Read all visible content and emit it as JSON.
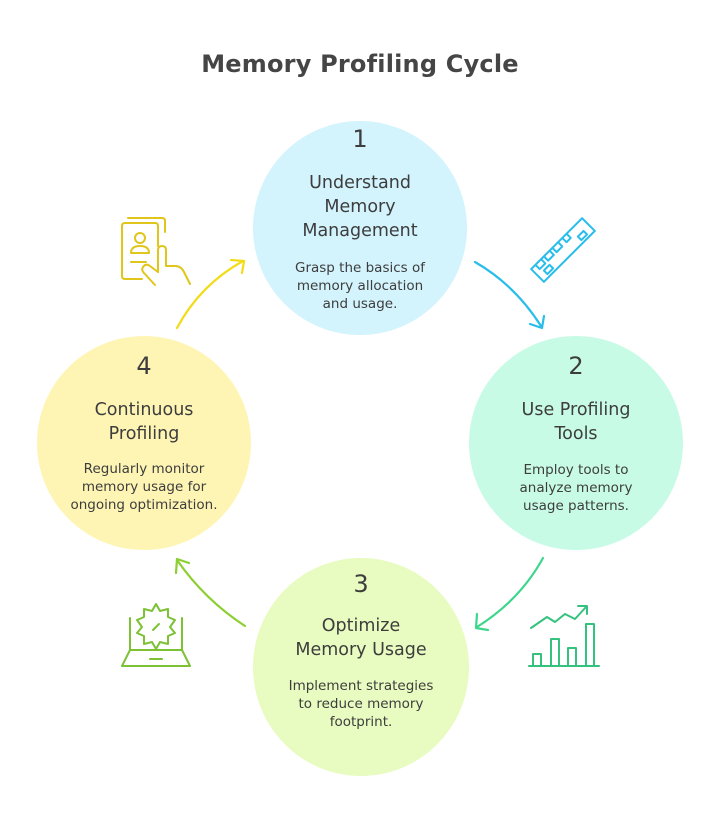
{
  "title": "Memory Profiling Cycle",
  "colors": {
    "step1_fill": "#d3f3fd",
    "step2_fill": "#c8fbe5",
    "step3_fill": "#e8fbc0",
    "step4_fill": "#fef5b5",
    "arrow_1_to_2": "#29bdea",
    "arrow_2_to_3": "#3dd68c",
    "arrow_3_to_4": "#8ccf32",
    "arrow_4_to_1": "#f2dc1a",
    "icon_memory_chip": "#29bdea",
    "icon_chart": "#34c27e",
    "icon_laptop_gear": "#7cc234",
    "icon_profile_touch": "#e0c61a"
  },
  "steps": [
    {
      "number": "1",
      "title_lines": [
        "Understand",
        "Memory",
        "Management"
      ],
      "desc_lines": [
        "Grasp the basics of",
        "memory allocation",
        "and usage."
      ]
    },
    {
      "number": "2",
      "title_lines": [
        "Use Profiling",
        "Tools"
      ],
      "desc_lines": [
        "Employ tools to",
        "analyze memory",
        "usage patterns."
      ]
    },
    {
      "number": "3",
      "title_lines": [
        "Optimize",
        "Memory Usage"
      ],
      "desc_lines": [
        "Implement strategies",
        "to reduce memory",
        "footprint."
      ]
    },
    {
      "number": "4",
      "title_lines": [
        "Continuous",
        "Profiling"
      ],
      "desc_lines": [
        "Regularly monitor",
        "memory usage for",
        "ongoing optimization."
      ]
    }
  ],
  "icons": {
    "step1": "memory-chip-icon",
    "step2": "bar-chart-trend-icon",
    "step3": "laptop-gear-icon",
    "step4": "profile-touch-icon"
  }
}
